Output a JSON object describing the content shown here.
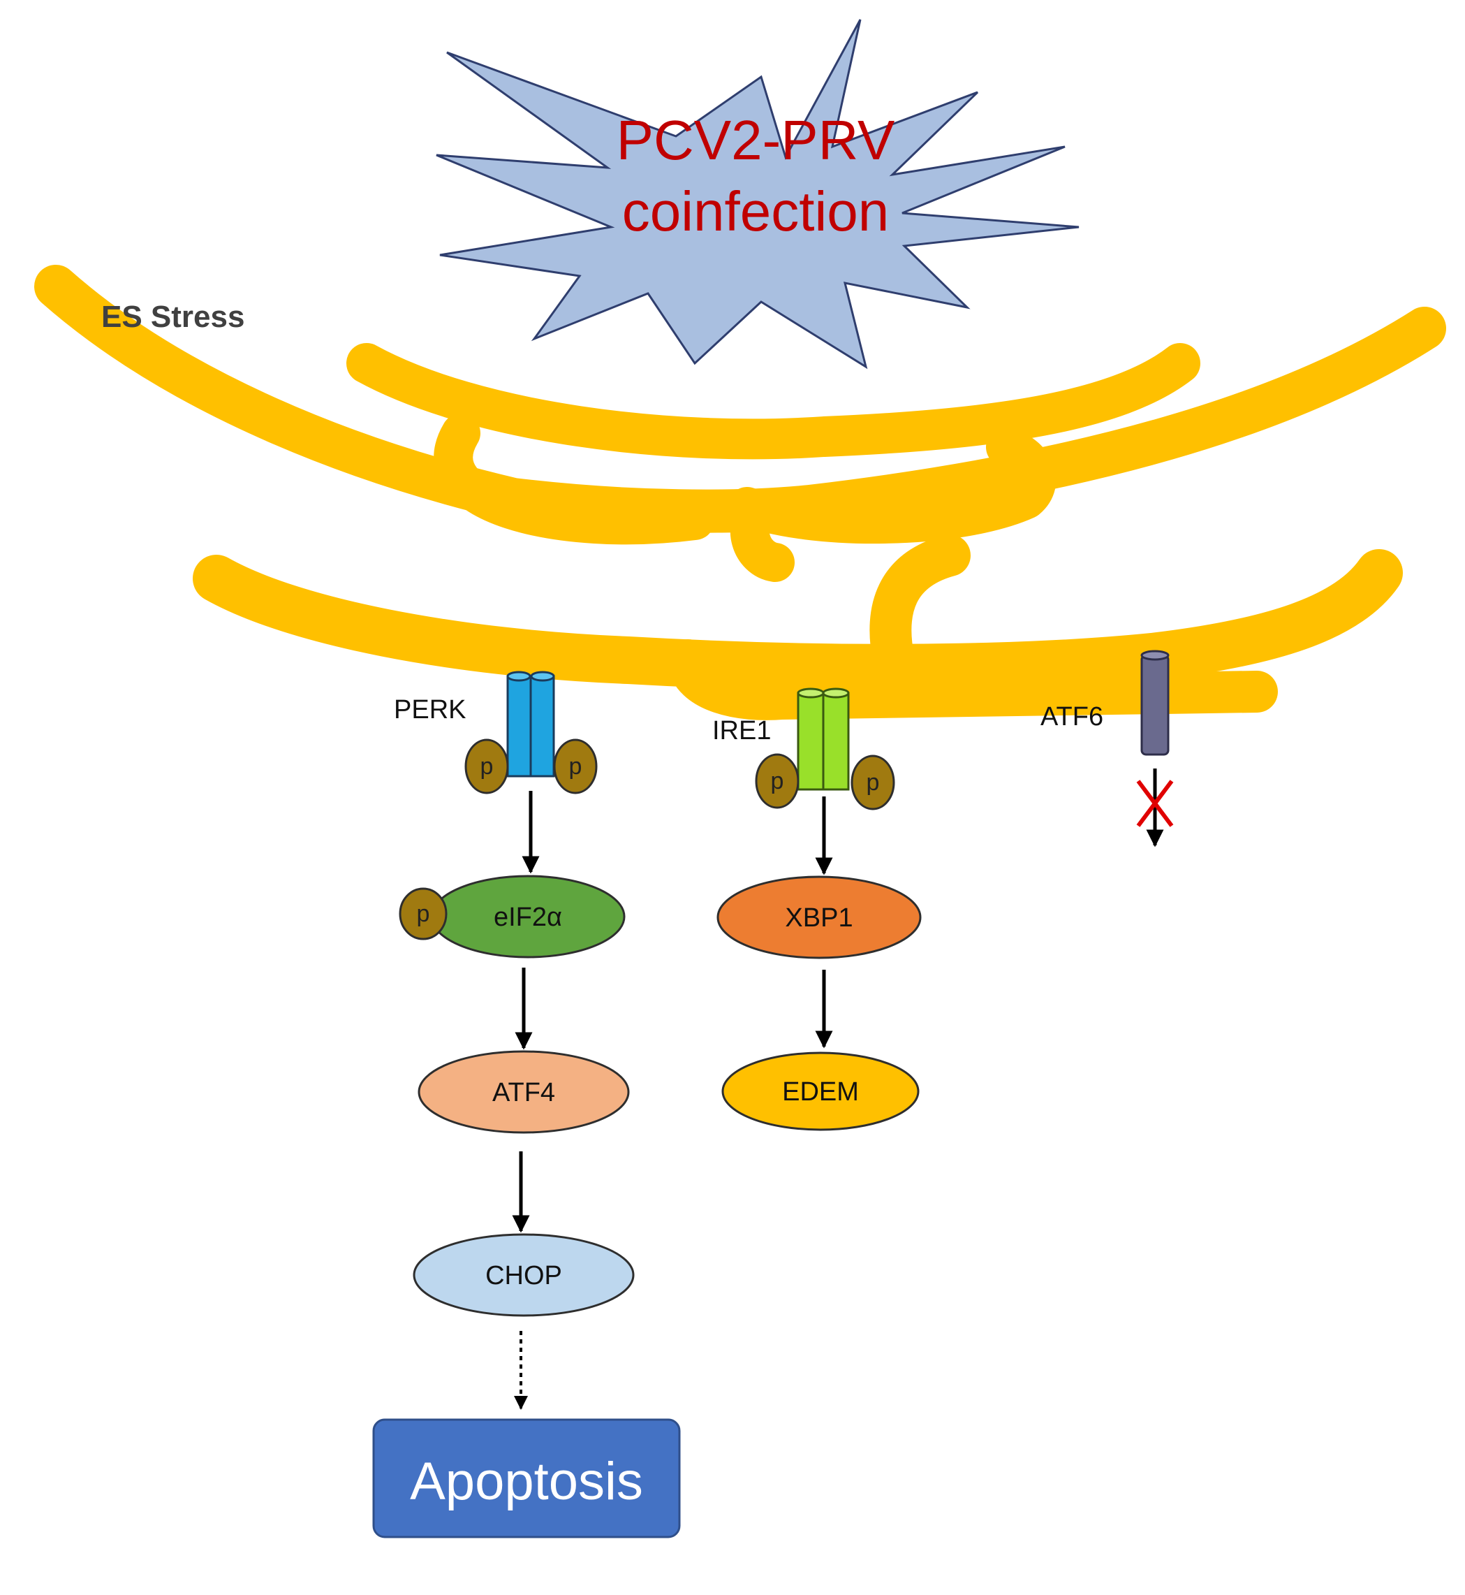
{
  "trigger": {
    "line1": "PCV2-PRV",
    "line2": "coinfection"
  },
  "er_label": "ES Stress",
  "receptors": {
    "perk": "PERK",
    "ire1": "IRE1",
    "atf6": "ATF6",
    "phospho": "p"
  },
  "perk_branch": {
    "eif2a": "eIF2α",
    "atf4": "ATF4",
    "chop": "CHOP",
    "outcome": "Apoptosis"
  },
  "ire1_branch": {
    "xbp1": "XBP1",
    "edem": "EDEM"
  },
  "colors": {
    "er": "#FFC000",
    "star_fill": "#A9BFE0",
    "trigger_text": "#C00000",
    "perk": "#1FA4E0",
    "ire1": "#99E02A",
    "atf6": "#6A6A8E",
    "phospho": "#A07A10",
    "eif2a": "#5FA53E",
    "xbp1": "#ED7D31",
    "atf4": "#F4B183",
    "chop": "#BDD7EE",
    "edem": "#FFC000",
    "apoptosis": "#4472C4",
    "block": "#E00000"
  }
}
